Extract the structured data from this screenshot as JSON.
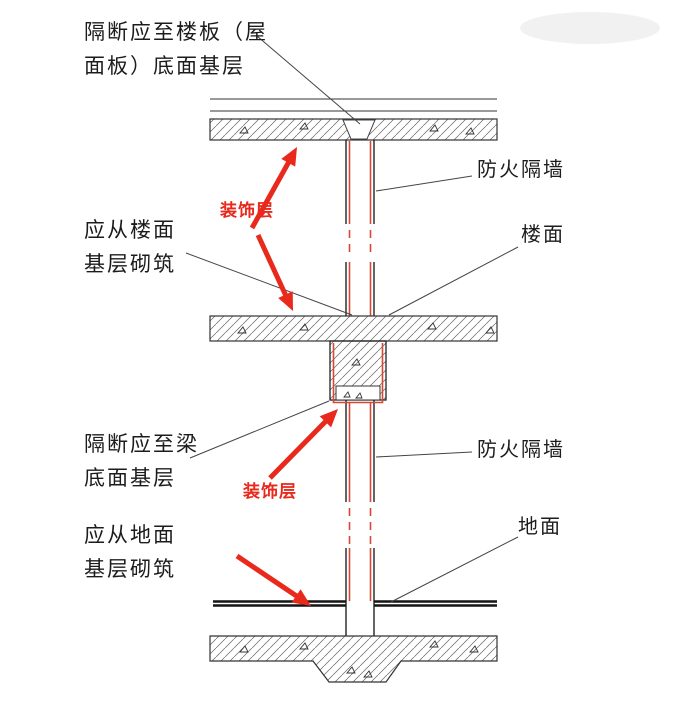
{
  "colors": {
    "red_accent": "#e8291c",
    "decor_line": "#d64a35",
    "line": "#333333"
  },
  "labels": {
    "top_note": {
      "line1": "隔断应至楼板（屋",
      "line2": "面板）底面基层"
    },
    "fire_wall_upper": "防火隔墙",
    "decor_layer_upper": "装饰层",
    "build_from_floor": {
      "line1": "应从楼面",
      "line2": "基层砌筑"
    },
    "floor_surface": "楼面",
    "beam_note": {
      "line1": "隔断应至梁",
      "line2": "底面基层"
    },
    "fire_wall_lower": "防火隔墙",
    "decor_layer_lower": "装饰层",
    "build_from_ground": {
      "line1": "应从地面",
      "line2": "基层砌筑"
    },
    "ground_surface": "地面"
  }
}
